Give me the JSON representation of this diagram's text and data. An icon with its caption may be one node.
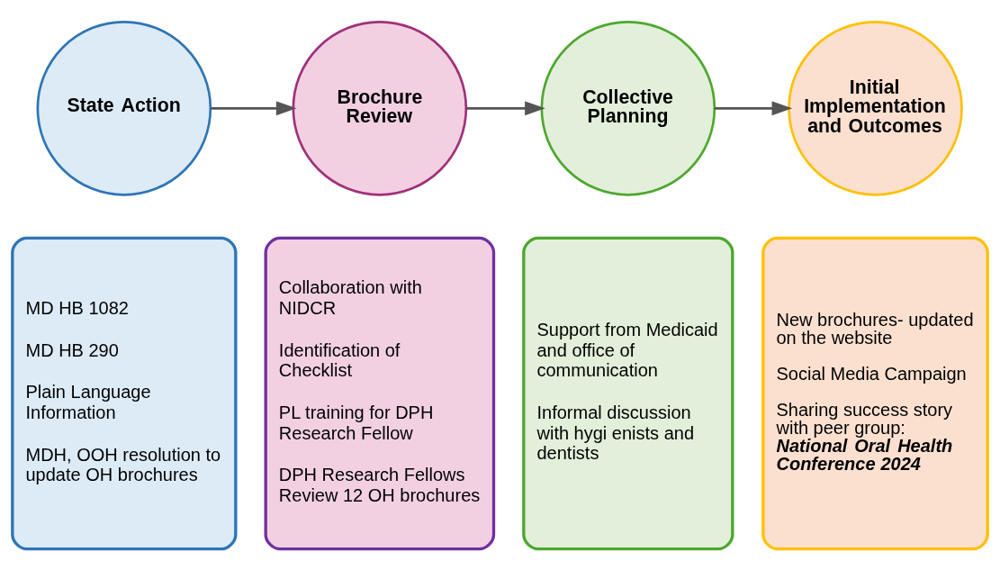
{
  "diagram": {
    "nodes": [
      {
        "text": [
          "State Action"
        ]
      },
      {
        "text": [
          "Brochure Review"
        ]
      },
      {
        "text": [
          "Collective Planning"
        ]
      },
      {
        "text": [
          "Initial Implementation and Outcomes"
        ]
      },
      {
        "text": [
          "MD HB 1082",
          "MD HB 290",
          "Plain Language Information",
          "MDH, OOH resolution to update OH brochures"
        ]
      },
      {
        "text": [
          "Collaboration with NIDCR",
          "Identification of Checklist",
          "PL training for DPH Research Fellow",
          "DPH Research Fellows Review 12 OH brochures"
        ]
      },
      {
        "text": [
          "Support from Medicaid and office of communication",
          "Informal discussion with hygi enists and dentists"
        ]
      },
      {
        "text": [
          "New brochures- updated on the website",
          "Social Media Campaign",
          "Sharing success story with peer group: **National Oral Health Conference 2024**"
        ]
      }
    ],
    "edges": [
      {
        "from": 0,
        "to": 1,
        "arrow": "to"
      },
      {
        "from": 1,
        "to": 2,
        "arrow": "to"
      },
      {
        "from": 2,
        "to": 3,
        "arrow": "to"
      }
    ]
  }
}
